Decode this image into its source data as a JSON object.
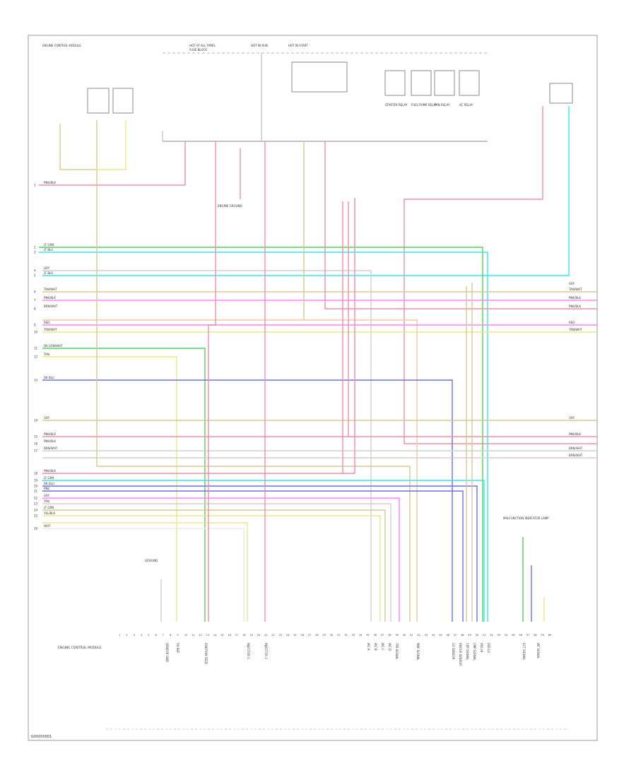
{
  "diagram": {
    "footer_code": "G00000001",
    "colors": {
      "red": "#ef8fa6",
      "pink": "#ff80ff",
      "cyan": "#33e6f2",
      "green": "#57cf57",
      "tan": "#d9c890",
      "yellow": "#f0e680",
      "orange": "#f0c9a0",
      "blue": "#6670e6",
      "gray": "#d0d0d0",
      "white_wire": "#eaeaea"
    },
    "top_labels": [
      "HOT AT ALL TIMES",
      "HOT IN RUN",
      "HOT IN START",
      "FUSE BLOCK"
    ],
    "left_module_label": "ENGINE CONTROL MODULE",
    "relay_labels": [
      "STARTER RELAY",
      "FUEL PUMP RELAY",
      "FAN RELAY",
      "AC RELAY"
    ],
    "left_wires": [
      "PNK/BLK",
      "LT GRN",
      "LT BLU",
      "GRY",
      "LT BLU",
      "TAN/WHT",
      "PNK/BLK",
      "BRN/WHT",
      "RED",
      "TAN/WHT",
      "DK GRN/WHT",
      "TAN",
      "DK BLU",
      "GRY",
      "PNK/BLK",
      "PNK/BLK",
      "BRN/WHT",
      "PNK/BLK",
      "LT GRN",
      "DK BLU",
      "PNK",
      "GRY",
      "TAN",
      "LT GRN",
      "YEL/BLK",
      "WHT"
    ],
    "right_wires": [
      "GRY",
      "TAN/WHT",
      "PNK/BLK",
      "PNK/BLK",
      "RED",
      "TAN/WHT",
      "GRY",
      "PNK/BLK",
      "BRN/WHT",
      "BRN/WHT"
    ],
    "pin_labels": [
      "SENSOR GND",
      "5V REF",
      "IGNITION FEED",
      "INJECTOR 1",
      "INJECTOR 2",
      "IAC A",
      "IAC B",
      "IAC C",
      "IAC D",
      "TPS SIGNAL",
      "MAF SIGNAL",
      "O2 SENSOR",
      "KNOCK SENSOR",
      "CKP SIGNAL",
      "CMP SIGNAL",
      "VSS HI",
      "VSS LO",
      "ECT SIGNAL",
      "IAT SIGNAL"
    ],
    "mid_labels": [
      "ENGINE GROUND",
      "MALFUNCTION INDICATOR LAMP",
      "GROUND"
    ]
  }
}
